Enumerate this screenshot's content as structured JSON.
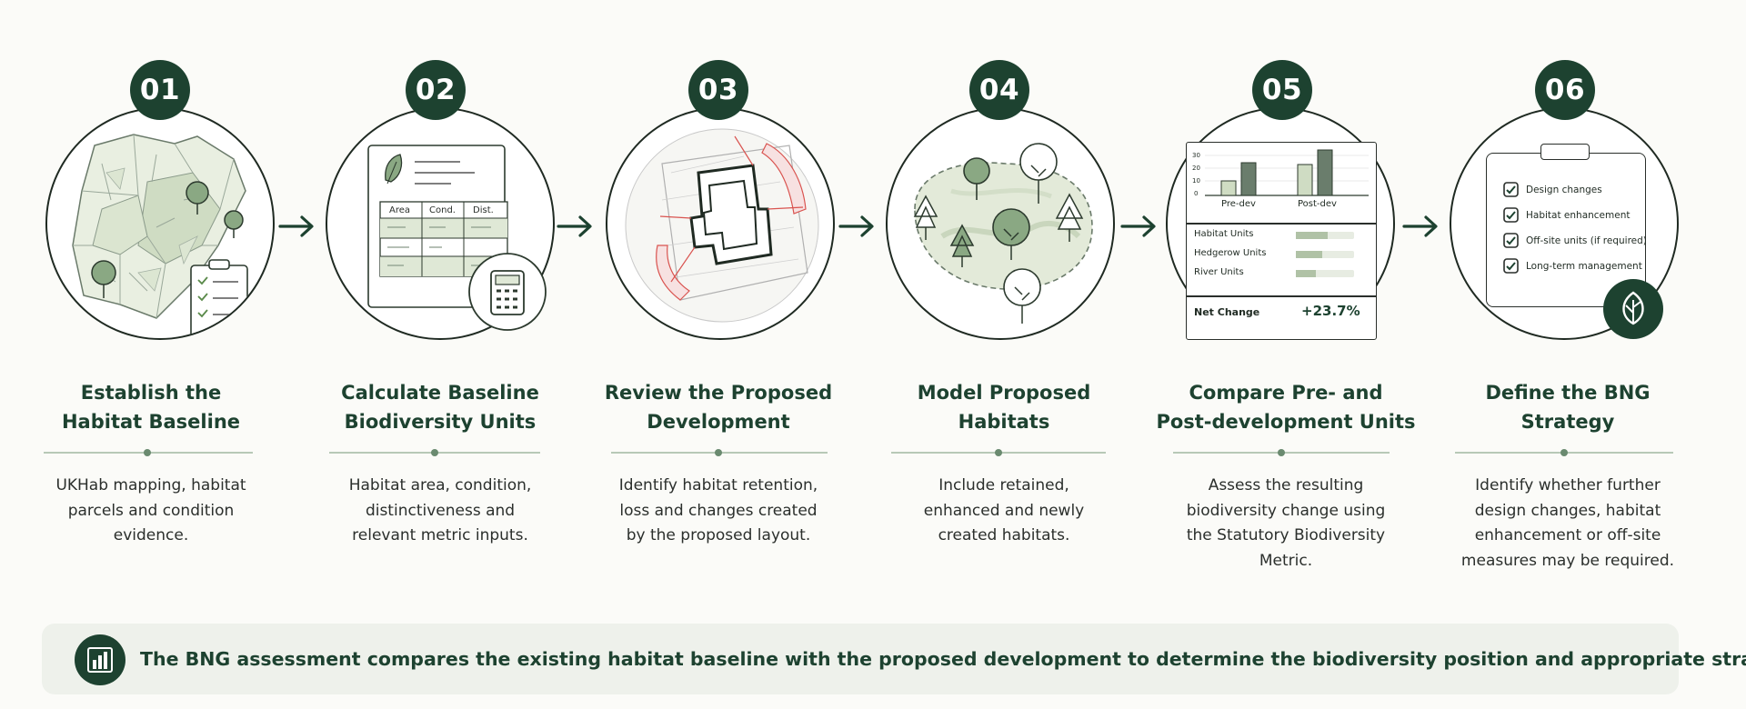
{
  "steps": [
    {
      "number": "01",
      "title_line1": "Establish the",
      "title_line2": "Habitat Baseline",
      "desc_lines": [
        "UKHab mapping, habitat",
        "parcels and condition",
        "evidence."
      ],
      "icons": [
        "habitat-map-icon",
        "tree-icon",
        "clipboard-checklist-icon"
      ]
    },
    {
      "number": "02",
      "title_line1": "Calculate Baseline",
      "title_line2": "Biodiversity Units",
      "desc_lines": [
        "Habitat area, condition,",
        "distinctiveness and",
        "relevant metric inputs."
      ],
      "table_headers": [
        "Area",
        "Cond.",
        "Dist."
      ],
      "icons": [
        "leaf-icon",
        "calculator-icon"
      ]
    },
    {
      "number": "03",
      "title_line1": "Review the Proposed",
      "title_line2": "Development",
      "desc_lines": [
        "Identify habitat retention,",
        "loss and changes created",
        "by the proposed layout."
      ],
      "icons": [
        "site-plan-icon"
      ]
    },
    {
      "number": "04",
      "title_line1": "Model Proposed",
      "title_line2": "Habitats",
      "desc_lines": [
        "Include retained,",
        "enhanced and newly",
        "created habitats."
      ],
      "icons": [
        "tree-icon",
        "habitat-area-icon"
      ]
    },
    {
      "number": "05",
      "title_line1": "Compare Pre- and",
      "title_line2": "Post-development Units",
      "desc_lines": [
        "Assess the resulting",
        "biodiversity change using",
        "the Statutory Biodiversity",
        "Metric."
      ],
      "chart": {
        "y_ticks": [
          "30",
          "20",
          "10",
          "0"
        ],
        "categories": [
          "Pre-dev",
          "Post-dev"
        ],
        "rows": [
          "Habitat Units",
          "Hedgerow Units",
          "River Units"
        ],
        "net_label": "Net Change",
        "net_value": "+23.7%"
      },
      "icons": [
        "bar-chart-icon"
      ]
    },
    {
      "number": "06",
      "title_line1": "Define the BNG",
      "title_line2": "Strategy",
      "desc_lines": [
        "Identify whether further",
        "design changes, habitat",
        "enhancement or off-site",
        "measures may be required."
      ],
      "checklist": [
        "Design changes",
        "Habitat enhancement",
        "Off-site units (if required)",
        "Long-term management"
      ],
      "icons": [
        "clipboard-icon",
        "leaf-badge-icon"
      ]
    }
  ],
  "banner": {
    "text": "The BNG assessment compares the existing habitat baseline with the proposed development to determine the biodiversity position and appropriate strategy.",
    "icon": "bar-chart-icon"
  },
  "colors": {
    "accent": "#1d4230",
    "light_green": "#dfe8d6",
    "mid_green": "#8aa883",
    "background": "#fbfbf8",
    "banner": "#eef1eb",
    "red_line": "#d9534f"
  }
}
